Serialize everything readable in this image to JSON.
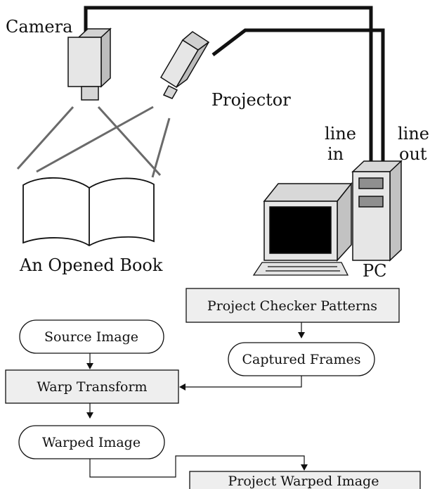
{
  "labels": {
    "camera": "Camera",
    "projector": "Projector",
    "line_in_1": "line",
    "line_in_2": "in",
    "line_out_1": "line",
    "line_out_2": "out",
    "book": "An Opened Book",
    "pc": "PC"
  },
  "flow": {
    "project_checker": "Project Checker Patterns",
    "source_image": "Source Image",
    "captured_frames": "Captured Frames",
    "warp_transform": "Warp Transform",
    "warped_image": "Warped Image",
    "project_warped": "Project Warped Image"
  },
  "colors": {
    "ink": "#111111",
    "box_fill": "#eeeeee",
    "device_fill": "#e6e6e6",
    "screen": "#000000",
    "drive_slot": "#8f8f8f"
  }
}
